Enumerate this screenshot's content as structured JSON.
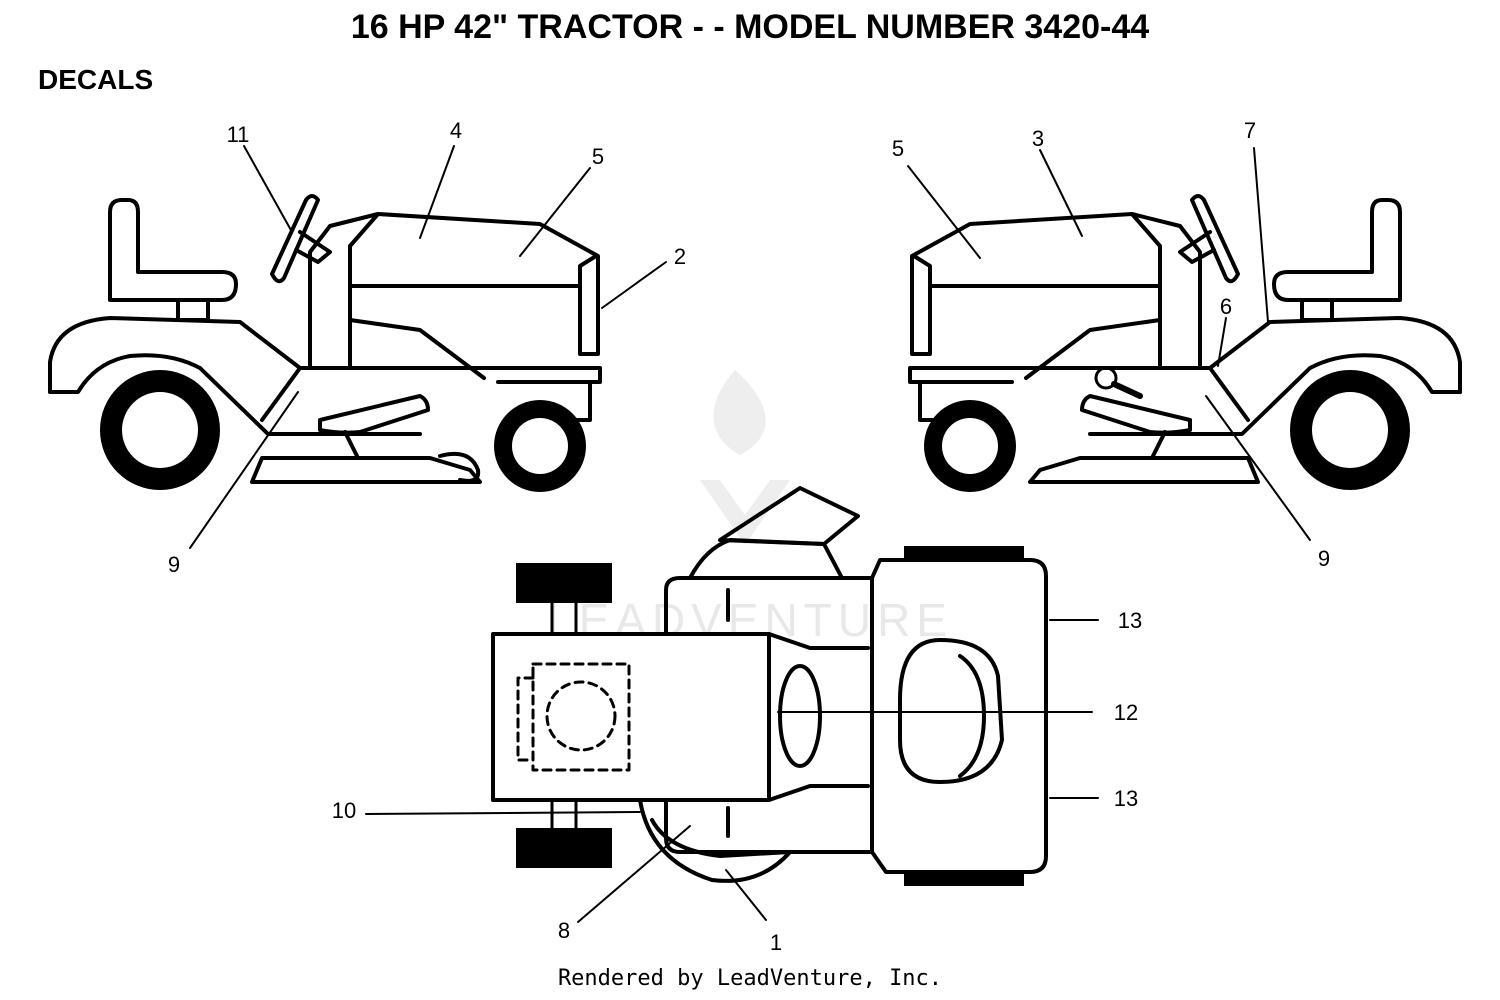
{
  "title": "16 HP 42\" TRACTOR - - MODEL NUMBER 3420-44",
  "section": "DECALS",
  "watermark": "LEADVENTURE",
  "footer": "Rendered by LeadVenture, Inc.",
  "callouts": {
    "c1": "1",
    "c2": "2",
    "c3": "3",
    "c4": "4",
    "c5a": "5",
    "c5b": "5",
    "c6": "6",
    "c7": "7",
    "c8": "8",
    "c9a": "9",
    "c9b": "9",
    "c10": "10",
    "c11": "11",
    "c12": "12",
    "c13a": "13",
    "c13b": "13"
  }
}
